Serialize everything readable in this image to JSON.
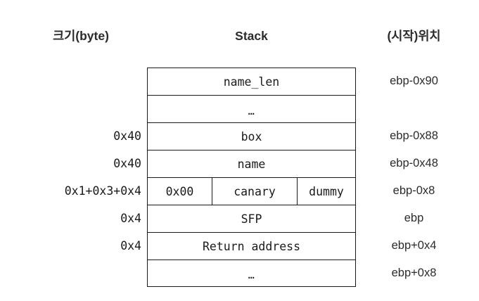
{
  "headers": {
    "size": "크기(byte)",
    "stack": "Stack",
    "location": "(시작)위치"
  },
  "rows": [
    {
      "size": "",
      "cells": [
        {
          "label": "name_len"
        }
      ],
      "location": "ebp-0x90"
    },
    {
      "size": "",
      "cells": [
        {
          "label": "…"
        }
      ],
      "location": ""
    },
    {
      "size": "0x40",
      "cells": [
        {
          "label": "box"
        }
      ],
      "location": "ebp-0x88"
    },
    {
      "size": "0x40",
      "cells": [
        {
          "label": "name"
        }
      ],
      "location": "ebp-0x48"
    },
    {
      "size": "0x1+0x3+0x4",
      "cells": [
        {
          "label": "0x00"
        },
        {
          "label": "canary"
        },
        {
          "label": "dummy"
        }
      ],
      "location": "ebp-0x8"
    },
    {
      "size": "0x4",
      "cells": [
        {
          "label": "SFP"
        }
      ],
      "location": "ebp"
    },
    {
      "size": "0x4",
      "cells": [
        {
          "label": "Return address"
        }
      ],
      "location": "ebp+0x4"
    },
    {
      "size": "",
      "cells": [
        {
          "label": "…"
        }
      ],
      "location": "ebp+0x8"
    }
  ],
  "colors": {
    "background": "#ffffff",
    "border": "#1a1a1a",
    "text": "#1a1a1a",
    "header_text": "#2b2b2b"
  }
}
